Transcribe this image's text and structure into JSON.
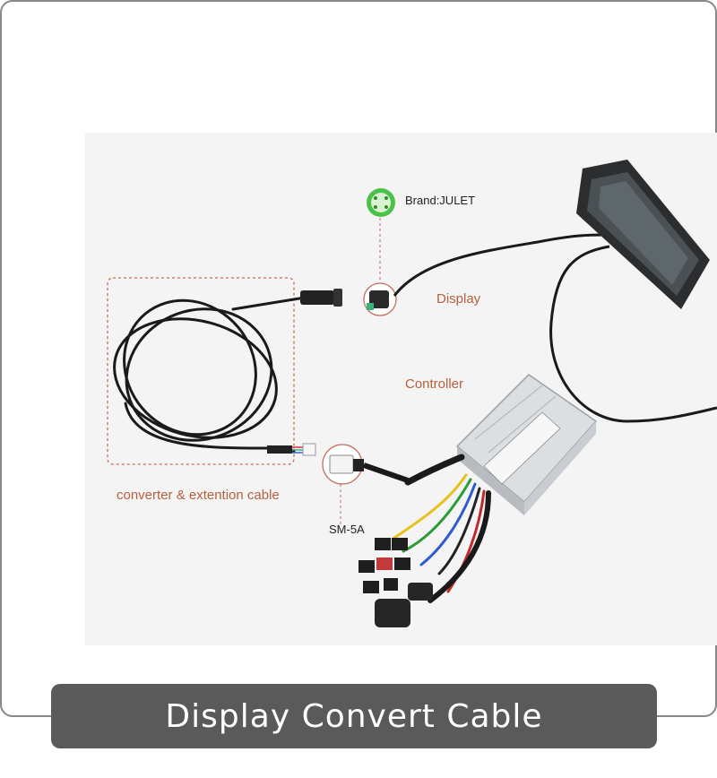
{
  "labels": {
    "brand": "Brand:JULET",
    "display": "Display",
    "controller": "Controller",
    "converter": "converter & extention cable",
    "connector": "SM-5A"
  },
  "controller_box": {
    "title": "Controller for brushless motor"
  },
  "banner": {
    "title": "Display Convert Cable"
  },
  "colors": {
    "annotation": "#b5603f",
    "banner_bg": "#5a5a5a",
    "connector_green": "#4cc14a"
  }
}
